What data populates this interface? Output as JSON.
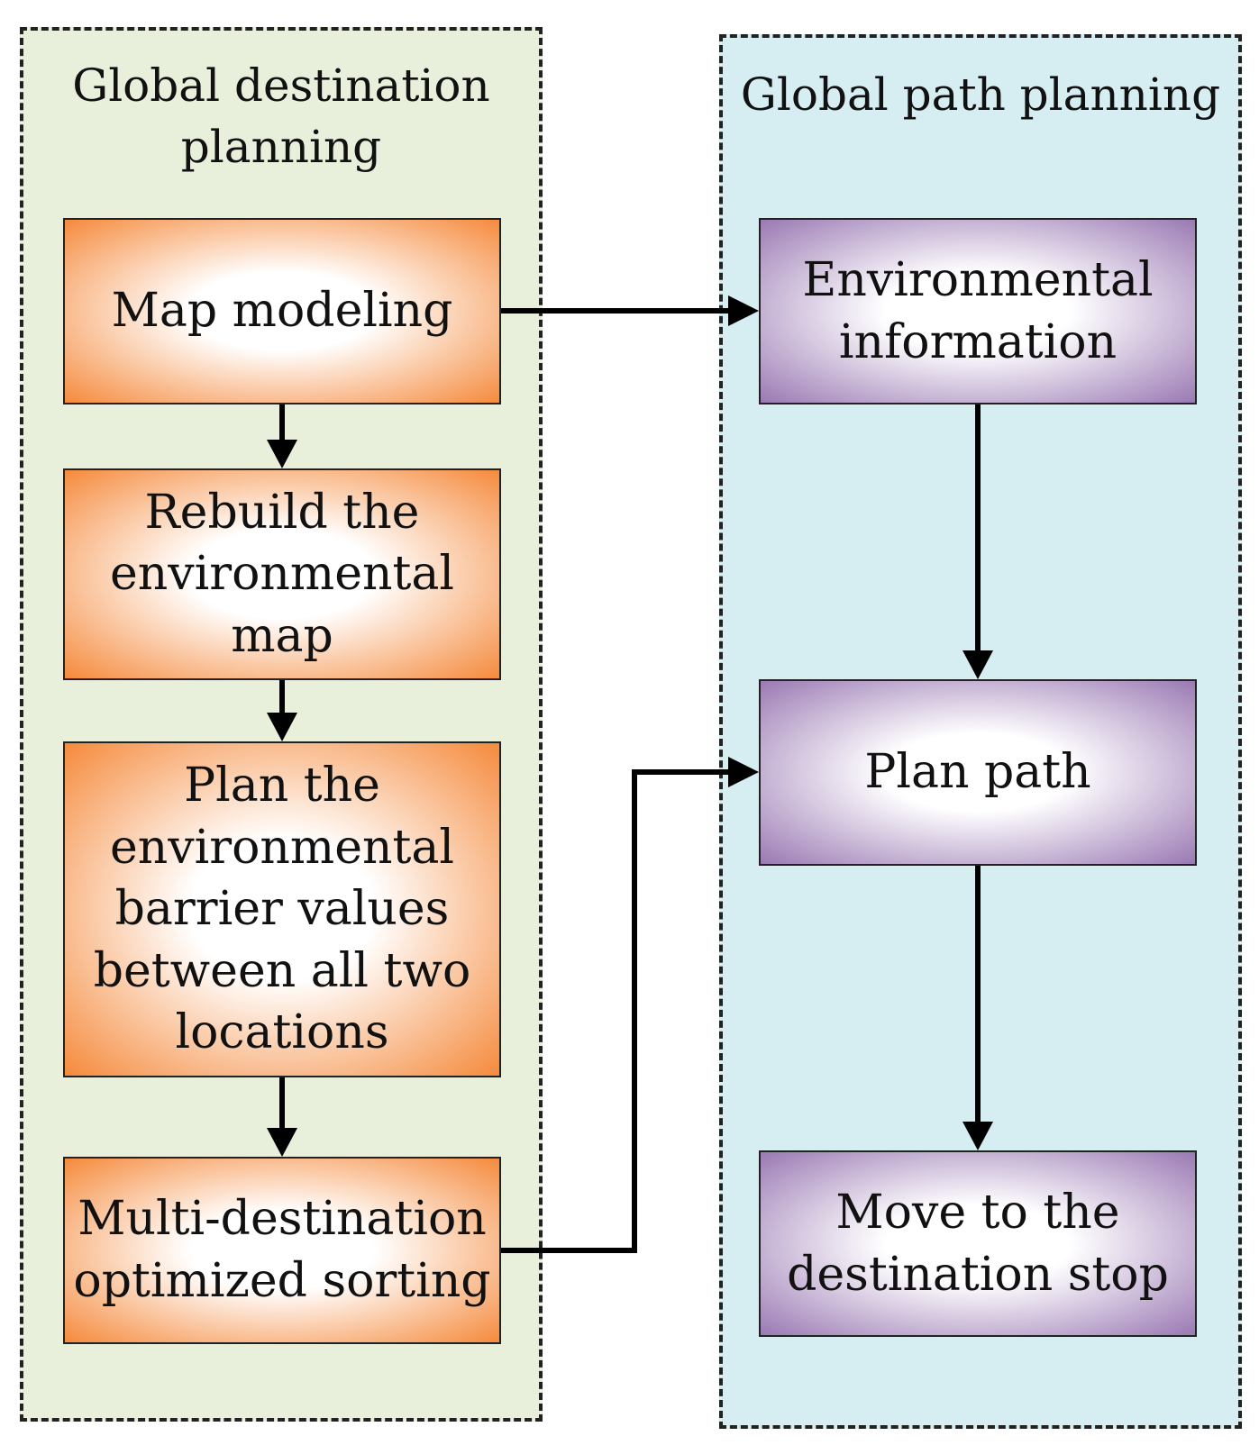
{
  "diagram": {
    "left_panel": {
      "title": "Global destination\nplanning",
      "fill": "#e8f0dc",
      "steps": [
        {
          "label": "Map modeling"
        },
        {
          "label": "Rebuild the\nenvironmental\nmap"
        },
        {
          "label": "Plan the\nenvironmental\nbarrier values\nbetween all two\nlocations"
        },
        {
          "label": "Multi-destination\noptimized sorting"
        }
      ],
      "box_color": "#f58a3c"
    },
    "right_panel": {
      "title": "Global path planning",
      "fill": "#d6eef2",
      "steps": [
        {
          "label": "Environmental\ninformation"
        },
        {
          "label": "Plan path"
        },
        {
          "label": "Move to the\ndestination stop"
        }
      ],
      "box_color": "#9a79b3"
    }
  }
}
